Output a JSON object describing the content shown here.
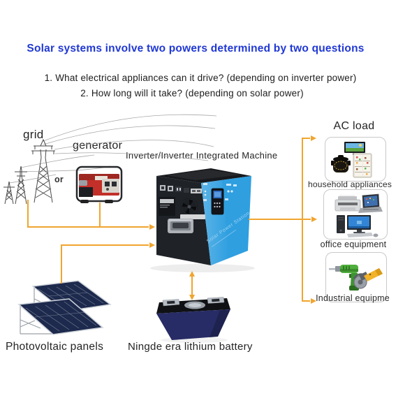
{
  "header": {
    "title": "Solar systems involve two powers determined by two questions",
    "question1": "1. What electrical appliances can it drive? (depending on inverter power)",
    "question2": "2. How long will it take? (depending on solar power)"
  },
  "sources": {
    "grid_label": "grid",
    "or_label": "or",
    "generator_label": "generator",
    "grid_icon": "transmission-towers",
    "generator_icon": "portable-generator"
  },
  "inverter": {
    "label": "Inverter/Inverter Integrated Machine",
    "watermark": "Solar Power Station",
    "icon": "inverter-machine"
  },
  "pv": {
    "label": "Photovoltaic panels",
    "icon": "solar-panel-array"
  },
  "battery": {
    "label": "Ningde era lithium battery",
    "icon": "prismatic-lithium-cell"
  },
  "ac_load": {
    "title": "AC load",
    "items": [
      {
        "label": "household appliances",
        "icons": [
          "tv-icon",
          "pressure-cooker-icon",
          "refrigerator-icon"
        ]
      },
      {
        "label": "office equipment",
        "icons": [
          "printer-icon",
          "laptop-icon",
          "desktop-computer-icon"
        ]
      },
      {
        "label": "Industrial equipme",
        "icons": [
          "drill-icon",
          "angle-grinder-icon"
        ]
      }
    ]
  },
  "colors": {
    "title_blue": "#2038d4",
    "connector": "#f0a52f",
    "machine_blue": "#2f9fe0",
    "machine_black": "#1f2328",
    "battery_navy": "#272c66",
    "panel_navy": "#1d2a4d",
    "generator_red": "#c23029"
  }
}
